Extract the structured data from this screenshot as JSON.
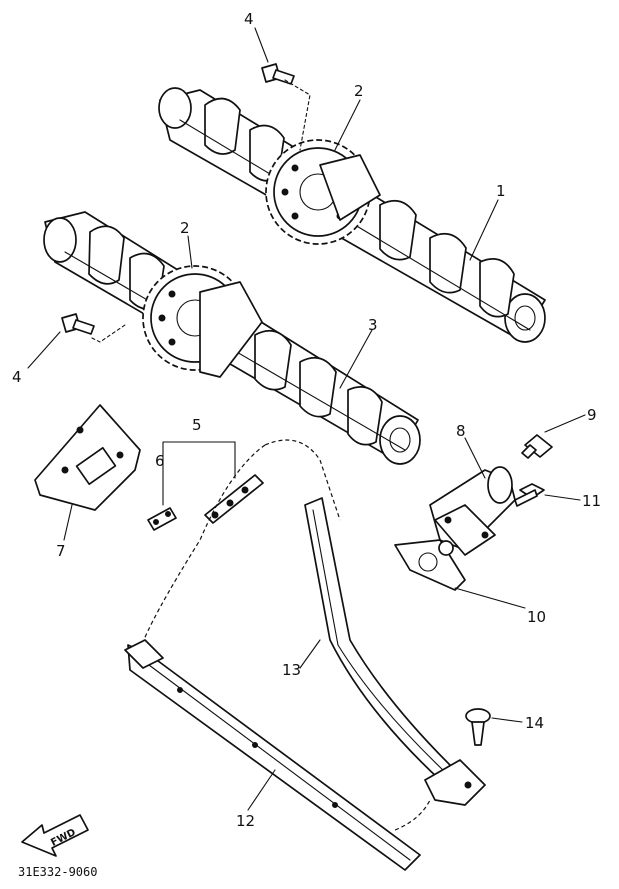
{
  "callouts": [
    {
      "id": "c4a",
      "label": "4"
    },
    {
      "id": "c2a",
      "label": "2"
    },
    {
      "id": "c1",
      "label": "1"
    },
    {
      "id": "c2b",
      "label": "2"
    },
    {
      "id": "c3",
      "label": "3"
    },
    {
      "id": "c4b",
      "label": "4"
    },
    {
      "id": "c5",
      "label": "5"
    },
    {
      "id": "c6",
      "label": "6"
    },
    {
      "id": "c7",
      "label": "7"
    },
    {
      "id": "c8",
      "label": "8"
    },
    {
      "id": "c9",
      "label": "9"
    },
    {
      "id": "c11",
      "label": "11"
    },
    {
      "id": "c10",
      "label": "10"
    },
    {
      "id": "c13",
      "label": "13"
    },
    {
      "id": "c14",
      "label": "14"
    },
    {
      "id": "c12",
      "label": "12"
    }
  ],
  "fwd_label": "FWD",
  "diagram_code": "31E332-9060"
}
